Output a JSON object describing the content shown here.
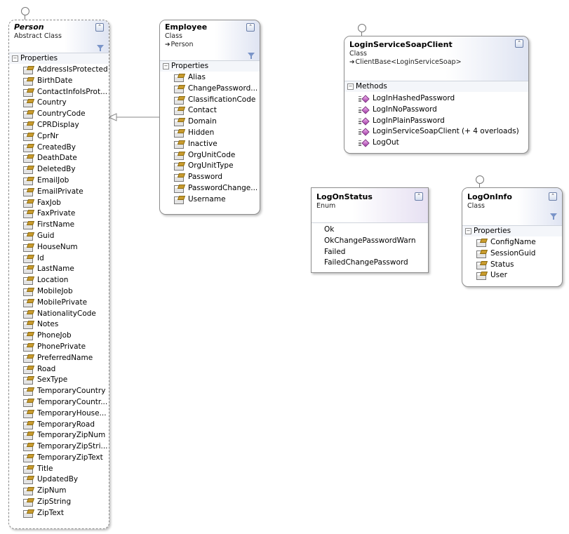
{
  "person": {
    "title": "Person",
    "stereotype": "Abstract Class",
    "section": "Properties",
    "properties": [
      "AddressIsProtected",
      "BirthDate",
      "ContactInfoIsProt...",
      "Country",
      "CountryCode",
      "CPRDisplay",
      "CprNr",
      "CreatedBy",
      "DeathDate",
      "DeletedBy",
      "EmailJob",
      "EmailPrivate",
      "FaxJob",
      "FaxPrivate",
      "FirstName",
      "Guid",
      "HouseNum",
      "Id",
      "LastName",
      "Location",
      "MobileJob",
      "MobilePrivate",
      "NationalityCode",
      "Notes",
      "PhoneJob",
      "PhonePrivate",
      "PreferredName",
      "Road",
      "SexType",
      "TemporaryCountry",
      "TemporaryCountr...",
      "TemporaryHouse...",
      "TemporaryRoad",
      "TemporaryZipNum",
      "TemporaryZipStri...",
      "TemporaryZipText",
      "Title",
      "UpdatedBy",
      "ZipNum",
      "ZipString",
      "ZipText"
    ]
  },
  "employee": {
    "title": "Employee",
    "stereotype": "Class",
    "base": "Person",
    "section": "Properties",
    "properties": [
      "Alias",
      "ChangePassword...",
      "ClassificationCode",
      "Contact",
      "Domain",
      "Hidden",
      "Inactive",
      "OrgUnitCode",
      "OrgUnitType",
      "Password",
      "PasswordChange...",
      "Username"
    ]
  },
  "login_client": {
    "title": "LoginServiceSoapClient",
    "stereotype": "Class",
    "base": "ClientBase<LoginServiceSoap>",
    "section": "Methods",
    "methods": [
      "LogInHashedPassword",
      "LogInNoPassword",
      "LogInPlainPassword",
      "LoginServiceSoapClient (+ 4 overloads)",
      "LogOut"
    ]
  },
  "logon_status": {
    "title": "LogOnStatus",
    "stereotype": "Enum",
    "values": [
      "Ok",
      "OkChangePasswordWarn",
      "Failed",
      "FailedChangePassword"
    ]
  },
  "logon_info": {
    "title": "LogOnInfo",
    "stereotype": "Class",
    "section": "Properties",
    "properties": [
      "ConfigName",
      "SessionGuid",
      "Status",
      "User"
    ]
  },
  "icons": {
    "collapse": "chevron-up-icon",
    "filter": "filter-icon",
    "section_toggle": "minus-icon",
    "property": "property-icon",
    "method": "method-icon",
    "interface": "lollipop-icon",
    "inheritance": "inheritance-arrow-icon"
  },
  "colors": {
    "header_gradient": "#dfe4f2",
    "enum_gradient": "#e6e0f2",
    "border": "#8c8c8c",
    "method_icon": "#a23aa5"
  }
}
